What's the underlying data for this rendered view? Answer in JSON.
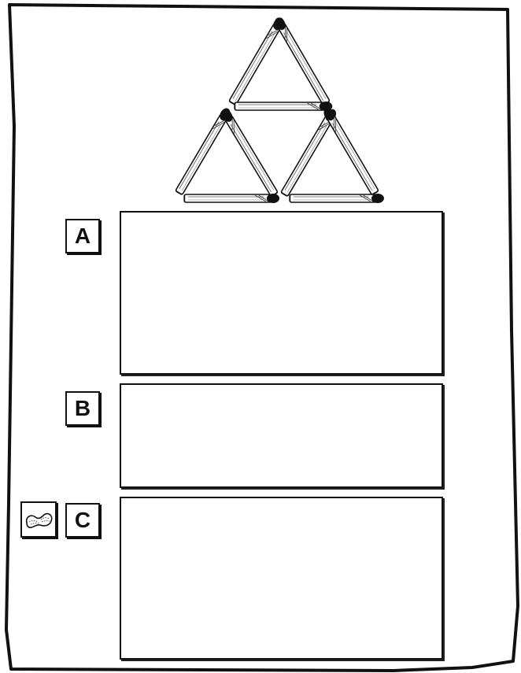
{
  "labels": {
    "a": "A",
    "b": "B",
    "c": "C"
  },
  "icons": {
    "puzzle": "matchstick-triangles",
    "hint": "peanut-icon"
  }
}
